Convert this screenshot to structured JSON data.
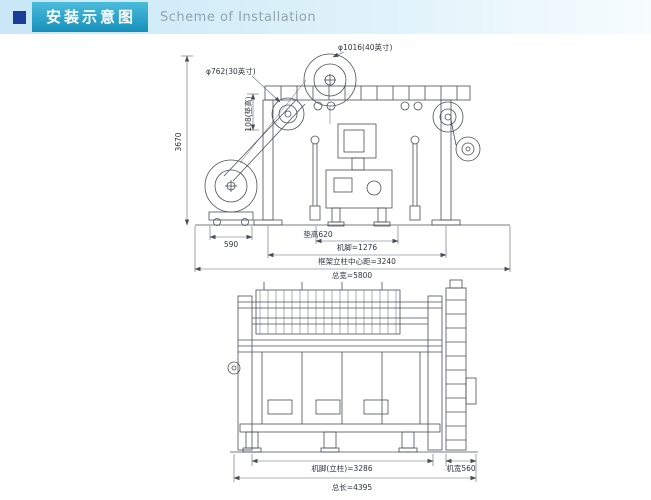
{
  "header": {
    "title_zh": "安装示意图",
    "title_en": "Scheme of Installation"
  },
  "colors": {
    "banner_bg": "#cfe9f6",
    "title_box_teal": "#1590bb",
    "bullet_blue": "#1b3d99",
    "subtitle_gray": "#93a5ad",
    "line_color": "#4a4f57"
  },
  "side_view": {
    "dia_top_beam": "φ1016(40英寸)",
    "dia_cloth_roll": "φ762(30英寸)",
    "dim_vertical_small": "108(垫高)",
    "dim_total_height": "3670",
    "dim_590": "590",
    "dim_pad": "垫高620",
    "dim_feet": "机脚=1276",
    "dim_column_center": "框架立柱中心距=3240",
    "dim_total_width": "总宽=5800"
  },
  "front_view": {
    "dim_feet_columns": "机脚(立柱)=3286",
    "dim_machine_width": "机宽560",
    "dim_total_length": "总长=4395"
  }
}
